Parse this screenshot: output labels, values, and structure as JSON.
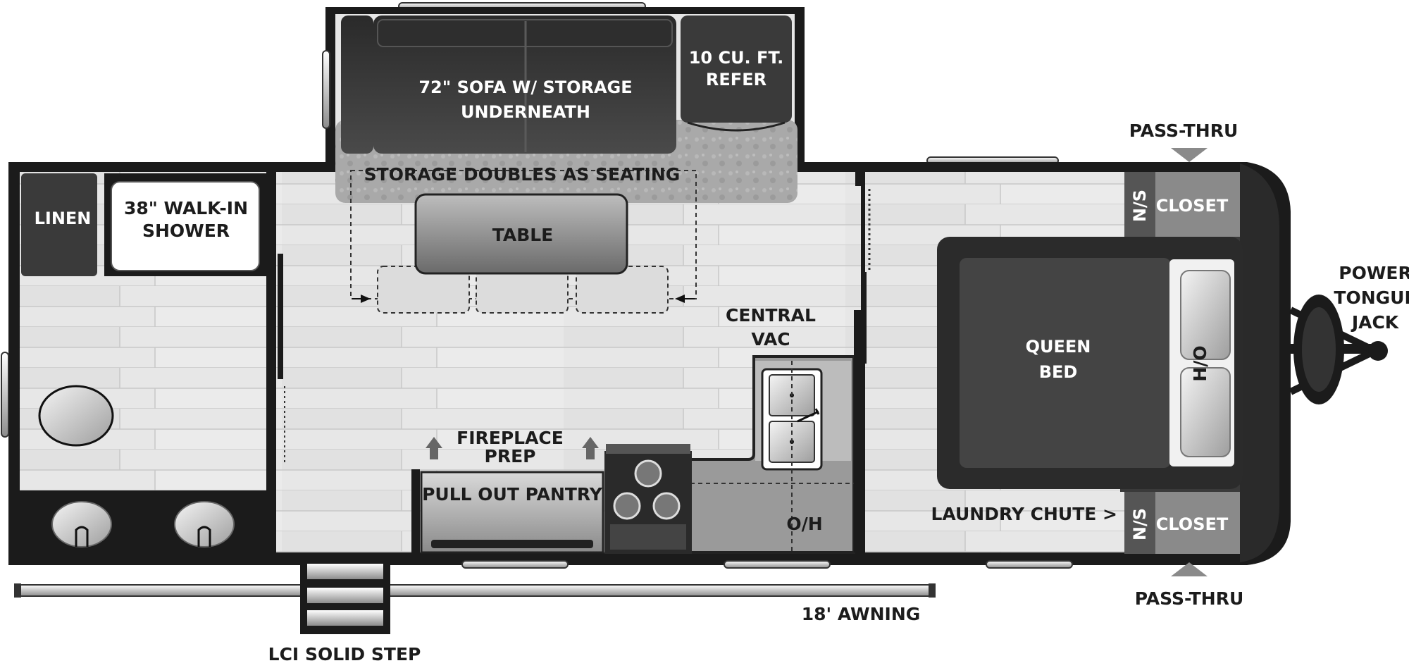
{
  "labels": {
    "sofa_1": "72\" SOFA W/ STORAGE",
    "sofa_2": "UNDERNEATH",
    "refer_1": "10 CU. FT.",
    "refer_2": "REFER",
    "storage_seating": "STORAGE DOUBLES AS SEATING",
    "table": "TABLE",
    "linen": "LINEN",
    "shower_1": "38\" WALK-IN",
    "shower_2": "SHOWER",
    "central_vac_1": "CENTRAL",
    "central_vac_2": "VAC",
    "fireplace_1": "FIREPLACE",
    "fireplace_2": "PREP",
    "pull_out_pantry": "PULL OUT PANTRY",
    "oh": "O/H",
    "queen_bed_1": "QUEEN",
    "queen_bed_2": "BED",
    "ho": "H/O",
    "ns_top": "N/S",
    "ns_bottom": "N/S",
    "closet_top": "CLOSET",
    "closet_bottom": "CLOSET",
    "laundry_chute": "LAUNDRY CHUTE >",
    "pass_thru_top": "PASS-THRU",
    "pass_thru_bottom": "PASS-THRU",
    "power_jack_1": "POWER",
    "power_jack_2": "TONGUE",
    "power_jack_3": "JACK",
    "awning": "18' AWNING",
    "step": "LCI SOLID STEP"
  },
  "colors": {
    "wall": "#1b1b1b",
    "floor": "#e6e6e6",
    "plank_line": "#c9c9c9",
    "furniture_dark": "#3c3c3c",
    "counter": "#9a9a9a",
    "outline": "#111111"
  }
}
